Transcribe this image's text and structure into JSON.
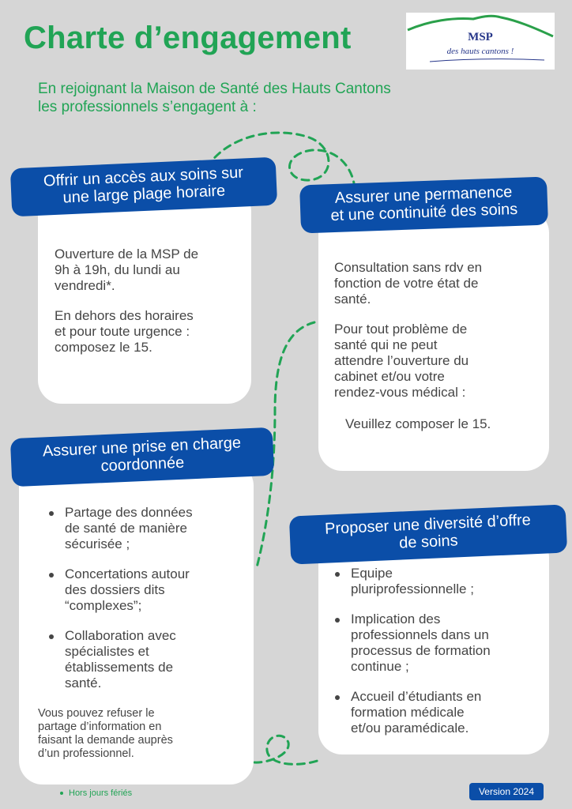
{
  "header": {
    "title": "Charte d’engagement",
    "intro_line1": "En rejoignant la Maison de Santé des Hauts Cantons",
    "intro_line2": "les professionnels s’engagent à  :"
  },
  "logo": {
    "main": "MSP",
    "sub": "des hauts cantons !"
  },
  "cards": {
    "hours": {
      "banner_line1": "Offrir un accès aux soins sur",
      "banner_line2": "une large plage horaire",
      "p1_line1": "Ouverture de la MSP de",
      "p1_line2": "9h à 19h, du lundi au",
      "p1_line3": "vendredi*.",
      "p2_line1": "En dehors des horaires",
      "p2_line2": "et pour toute urgence :",
      "p2_line3": "composez le 15."
    },
    "permanence": {
      "banner_line1": "Assurer une permanence",
      "banner_line2": "et une continuité des soins",
      "p1_line1": "Consultation sans rdv en",
      "p1_line2": "fonction de votre état de",
      "p1_line3": "santé.",
      "p2_line1": "Pour tout problème de",
      "p2_line2": "santé qui ne peut",
      "p2_line3": "attendre l’ouverture du",
      "p2_line4": "cabinet et/ou votre",
      "p2_line5": "rendez-vous médical :",
      "p3": "Veuillez composer le 15."
    },
    "coordination": {
      "banner_line1": "Assurer une prise en charge",
      "banner_line2": "coordonnée",
      "items": [
        {
          "line1": "Partage des données",
          "line2": "de santé  de manière",
          "line3": "sécurisée ;"
        },
        {
          "line1": "Concertations autour",
          "line2": "des dossiers dits",
          "line3": "“complexes”;"
        },
        {
          "line1": "Collaboration avec",
          "line2": "spécialistes et",
          "line3": "établissements de",
          "line4": "santé."
        }
      ],
      "note_line1": "Vous pouvez refuser le",
      "note_line2": "partage d’information en",
      "note_line3": "faisant la demande auprès",
      "note_line4": "d’un professionnel."
    },
    "diversity": {
      "banner_line1": "Proposer une diversité d’offre",
      "banner_line2": "de soins",
      "items": [
        {
          "line1": "Equipe",
          "line2": "pluriprofessionnelle ;"
        },
        {
          "line1": "Implication des",
          "line2": "professionnels dans un",
          "line3": "processus de formation",
          "line4": "continue ;"
        },
        {
          "line1": "Accueil d’étudiants en",
          "line2": "formation médicale",
          "line3": "et/ou paramédicale."
        }
      ]
    }
  },
  "footer": {
    "footnote": "Hors jours fériés",
    "version": "Version 2024"
  },
  "colors": {
    "background": "#d6d6d6",
    "title_green": "#21a455",
    "banner_blue": "#0b4ea8",
    "card_white": "#ffffff",
    "body_text": "#454545",
    "logo_blue": "#27378a"
  }
}
